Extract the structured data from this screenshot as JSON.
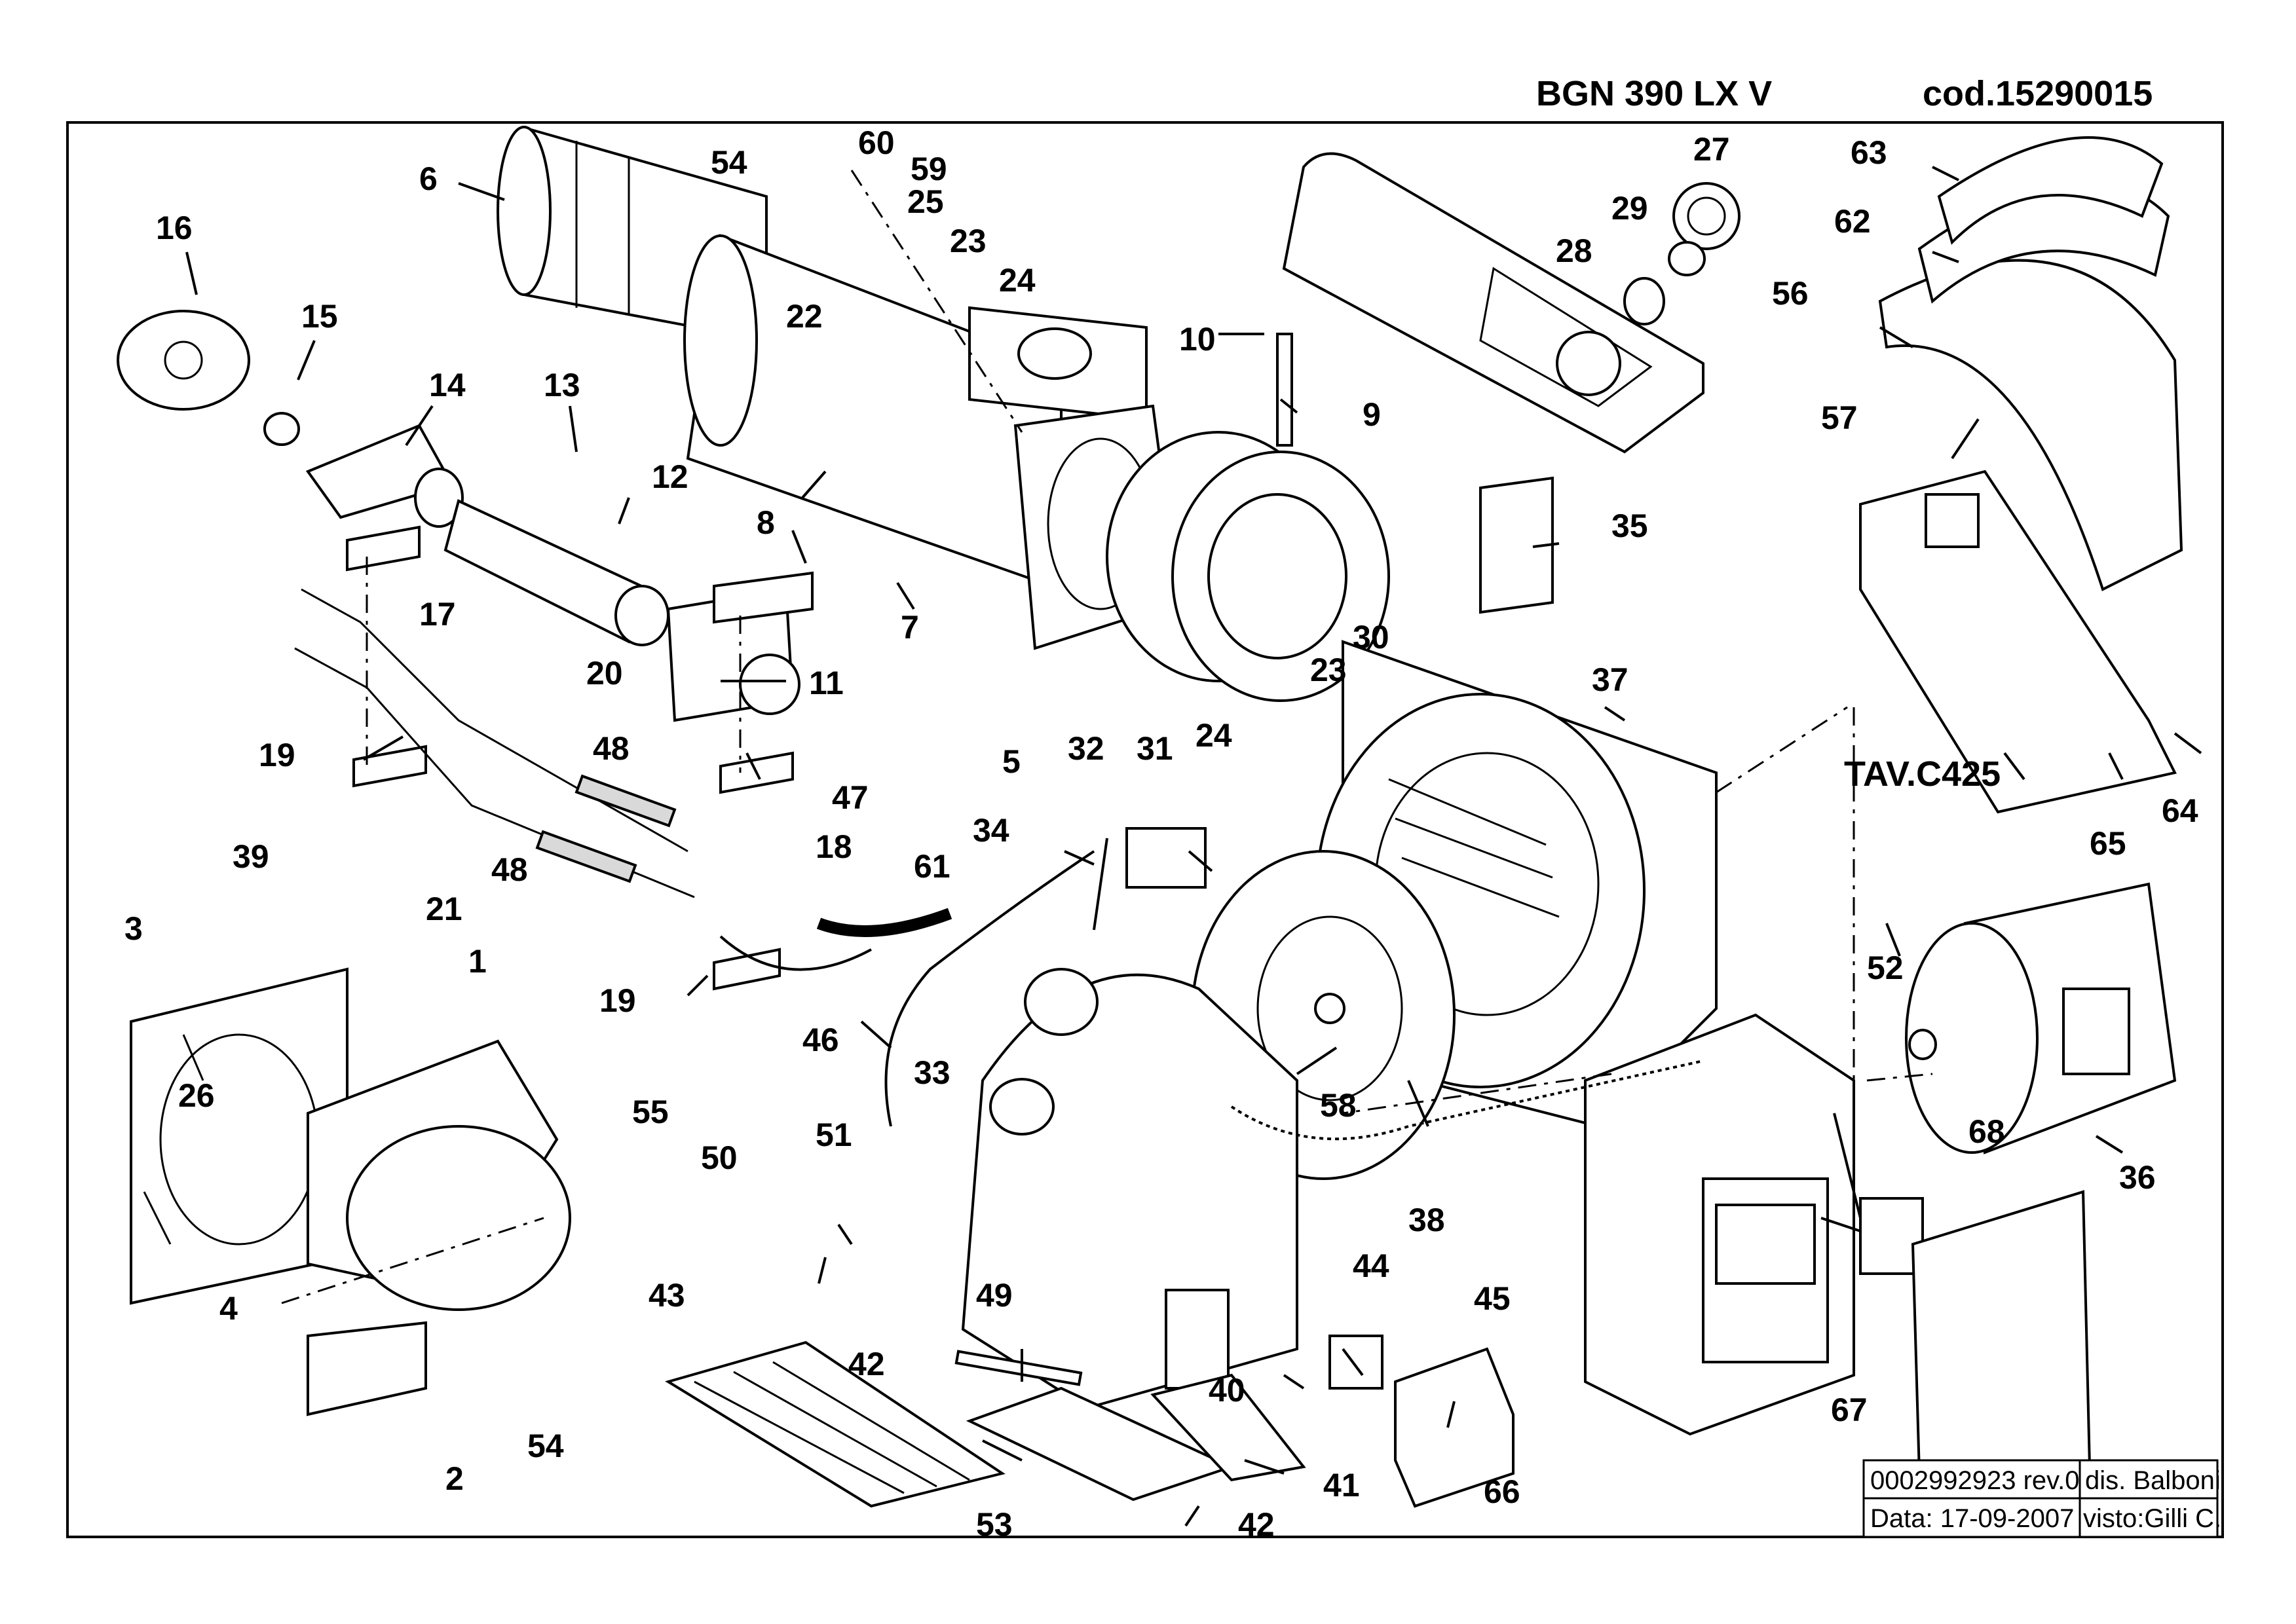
{
  "header": {
    "model": "BGN 390 LX V",
    "code": "cod.15290015"
  },
  "title_block": {
    "drawing_number": "0002992923 rev.0",
    "designer": "dis. Balboni",
    "date": "Data: 17-09-2007",
    "approved": "visto:Gilli C."
  },
  "reference": "TAV.C425",
  "callouts": [
    {
      "n": "1"
    },
    {
      "n": "2"
    },
    {
      "n": "3"
    },
    {
      "n": "4"
    },
    {
      "n": "5"
    },
    {
      "n": "6"
    },
    {
      "n": "7"
    },
    {
      "n": "8"
    },
    {
      "n": "9"
    },
    {
      "n": "10"
    },
    {
      "n": "11"
    },
    {
      "n": "12"
    },
    {
      "n": "13"
    },
    {
      "n": "14"
    },
    {
      "n": "15"
    },
    {
      "n": "16"
    },
    {
      "n": "17"
    },
    {
      "n": "18"
    },
    {
      "n": "19"
    },
    {
      "n": "19"
    },
    {
      "n": "20"
    },
    {
      "n": "21"
    },
    {
      "n": "22"
    },
    {
      "n": "23"
    },
    {
      "n": "23"
    },
    {
      "n": "24"
    },
    {
      "n": "24"
    },
    {
      "n": "25"
    },
    {
      "n": "26"
    },
    {
      "n": "27"
    },
    {
      "n": "28"
    },
    {
      "n": "29"
    },
    {
      "n": "30"
    },
    {
      "n": "31"
    },
    {
      "n": "32"
    },
    {
      "n": "33"
    },
    {
      "n": "34"
    },
    {
      "n": "35"
    },
    {
      "n": "36"
    },
    {
      "n": "37"
    },
    {
      "n": "38"
    },
    {
      "n": "39"
    },
    {
      "n": "40"
    },
    {
      "n": "41"
    },
    {
      "n": "42"
    },
    {
      "n": "42"
    },
    {
      "n": "43"
    },
    {
      "n": "44"
    },
    {
      "n": "45"
    },
    {
      "n": "46"
    },
    {
      "n": "47"
    },
    {
      "n": "48"
    },
    {
      "n": "48"
    },
    {
      "n": "49"
    },
    {
      "n": "50"
    },
    {
      "n": "51"
    },
    {
      "n": "52"
    },
    {
      "n": "53"
    },
    {
      "n": "54"
    },
    {
      "n": "54"
    },
    {
      "n": "55"
    },
    {
      "n": "56"
    },
    {
      "n": "57"
    },
    {
      "n": "58"
    },
    {
      "n": "59"
    },
    {
      "n": "60"
    },
    {
      "n": "61"
    },
    {
      "n": "62"
    },
    {
      "n": "63"
    },
    {
      "n": "64"
    },
    {
      "n": "65"
    },
    {
      "n": "66"
    },
    {
      "n": "67"
    },
    {
      "n": "68"
    }
  ]
}
